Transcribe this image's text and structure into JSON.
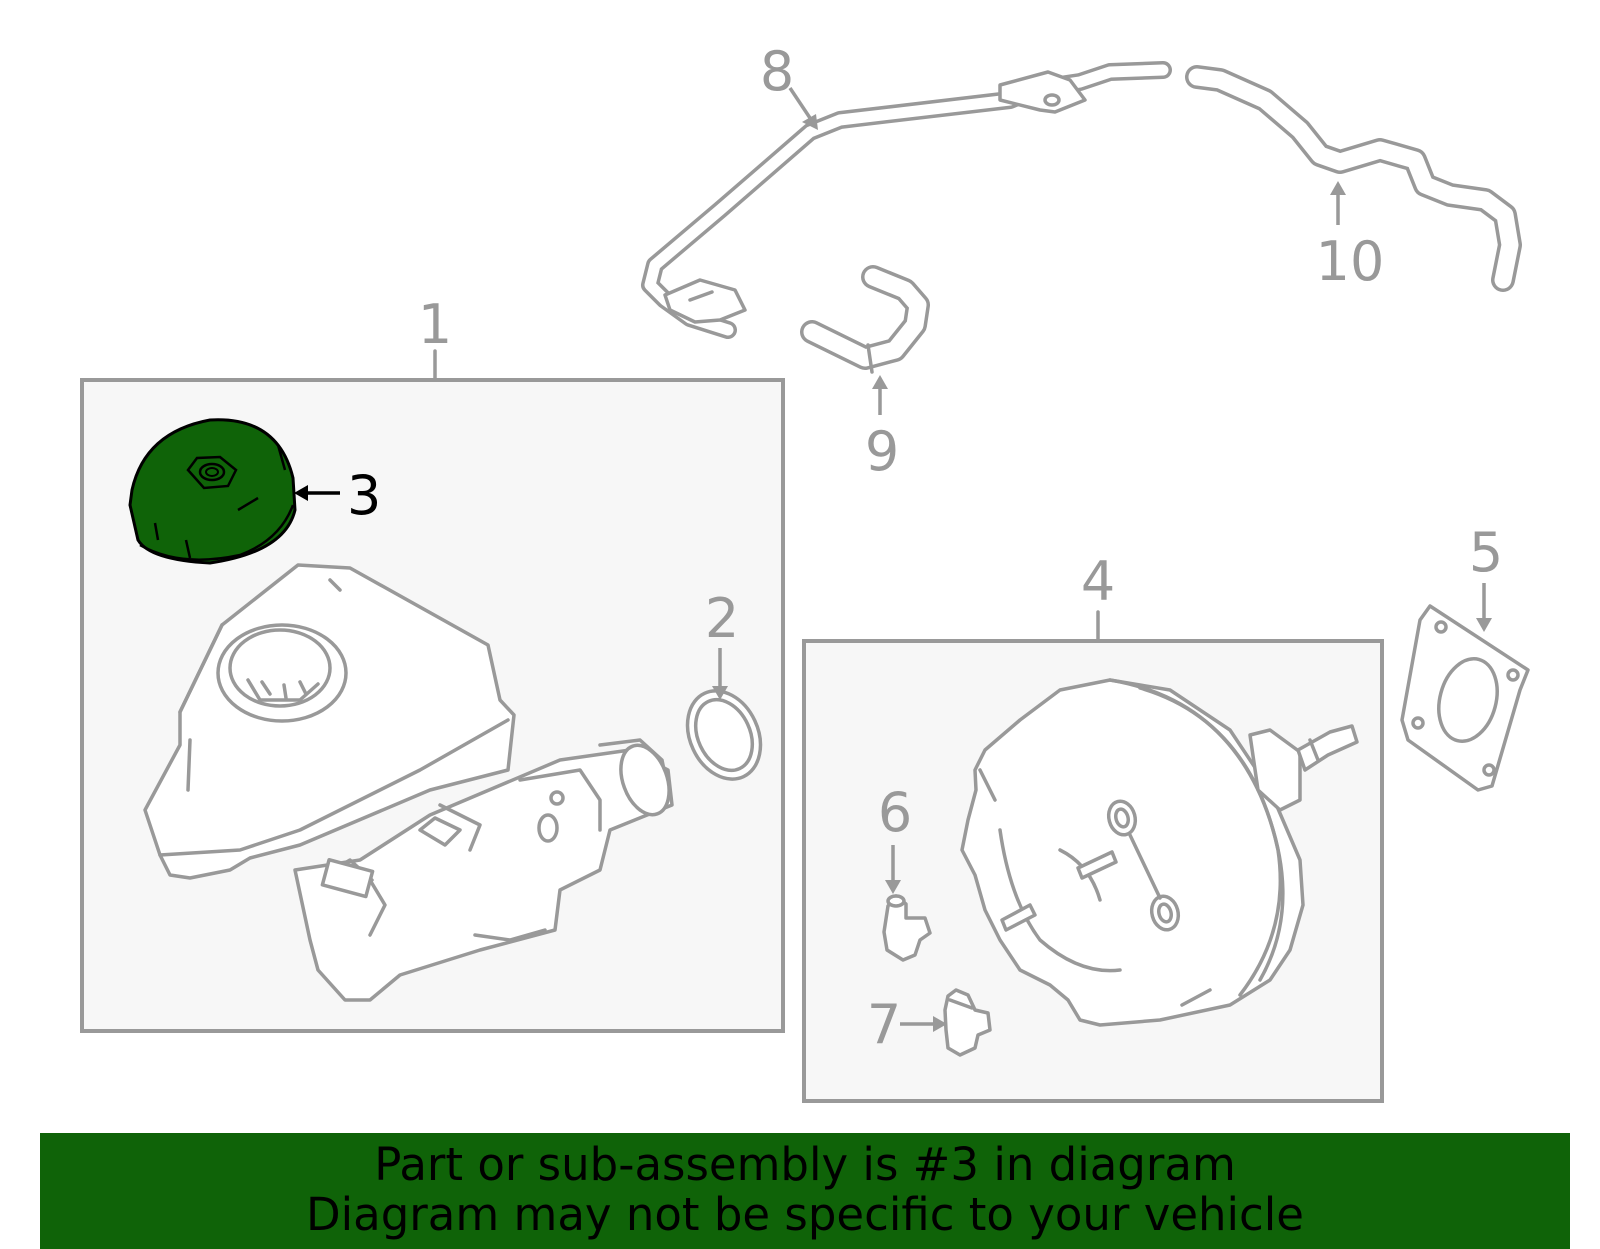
{
  "diagram": {
    "labels": {
      "p1": "1",
      "p2": "2",
      "p3": "3",
      "p4": "4",
      "p5": "5",
      "p6": "6",
      "p7": "7",
      "p8": "8",
      "p9": "9",
      "p10": "10"
    },
    "highlighted_part": "3",
    "colors": {
      "highlight": "#0f6308",
      "outline": "#999999",
      "box_fill": "#f7f7f7"
    }
  },
  "banner": {
    "line1": "Part or sub-assembly is #3 in diagram",
    "line2": "Diagram may not be specific to your vehicle"
  }
}
